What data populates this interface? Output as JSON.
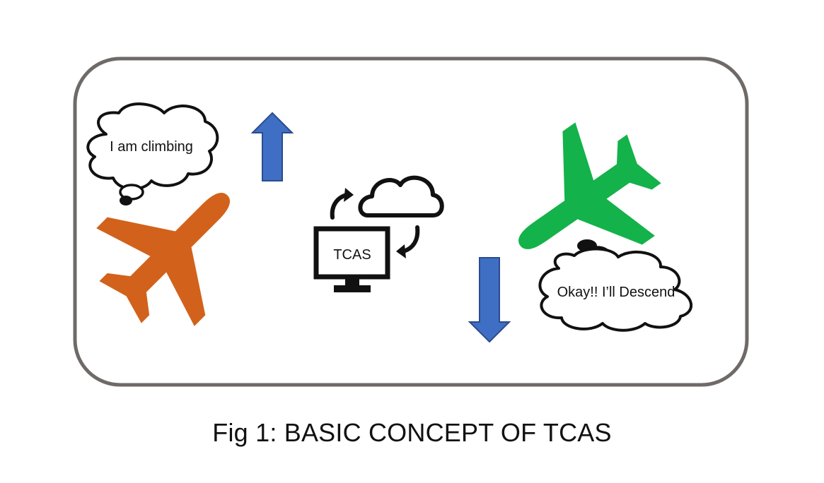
{
  "diagram": {
    "left_bubble_text": "I am climbing",
    "right_bubble_text": "Okay!! I’ll Descend",
    "tcas_label": "TCAS",
    "caption": "Fig 1: BASIC CONCEPT OF TCAS"
  },
  "icons": {
    "left_plane": "airplane-icon",
    "right_plane": "airplane-icon",
    "climb_arrow": "arrow-up-icon",
    "descend_arrow": "arrow-down-icon",
    "monitor": "monitor-icon",
    "cloud": "cloud-icon",
    "sync": "sync-arrows-icon"
  },
  "colors": {
    "frame": "#6f6a68",
    "left_plane": "#d2621b",
    "right_plane": "#14b24a",
    "arrows": "#3f6fc4",
    "arrow_outline": "#2b4c8c",
    "ink": "#111111"
  }
}
